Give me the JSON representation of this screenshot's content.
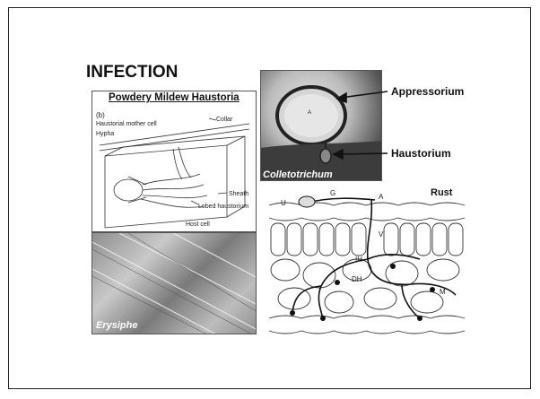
{
  "title": "INFECTION",
  "panels": {
    "powdery": {
      "heading": "Powdery Mildew  Haustoria",
      "sub": "(b)",
      "labels": {
        "mother_cell": "Haustorial mother cell",
        "collar": "Collar",
        "hypha": "Hypha",
        "sheath": "Sheath",
        "lobed": "Lobed haustorium",
        "host": "Host cell"
      }
    },
    "erysiphe": {
      "caption": "Erysiphe"
    },
    "colleto": {
      "caption": "Colletotrichum",
      "appressorium": "Appressorium",
      "haustorium": "Haustorium",
      "a_mark": "A"
    },
    "rust": {
      "heading": "Rust",
      "letters": [
        "U",
        "G",
        "A",
        "V",
        "IH",
        "DH",
        "M"
      ]
    }
  }
}
